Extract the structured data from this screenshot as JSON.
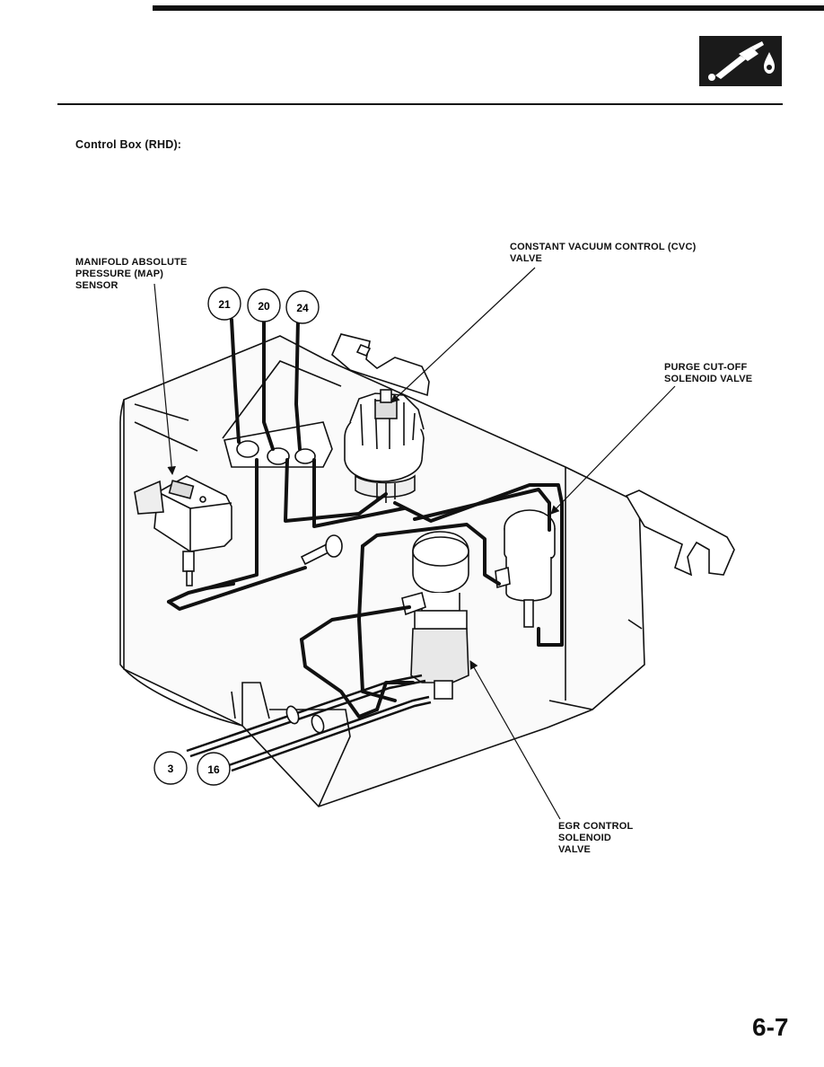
{
  "header": {
    "section_icon": "fuel-nozzle-icon"
  },
  "section_title": "Control Box (RHD):",
  "labels": {
    "map_sensor": "MANIFOLD ABSOLUTE\nPRESSURE (MAP)\nSENSOR",
    "cvc_valve": "CONSTANT VACUUM CONTROL (CVC)\nVALVE",
    "purge_valve": "PURGE CUT-OFF\nSOLENOID VALVE",
    "egr_valve": "EGR CONTROL\nSOLENOID\nVALVE"
  },
  "hose_numbers": {
    "h21": "21",
    "h20": "20",
    "h24": "24",
    "h3": "3",
    "h16": "16"
  },
  "page_number": "6-7"
}
